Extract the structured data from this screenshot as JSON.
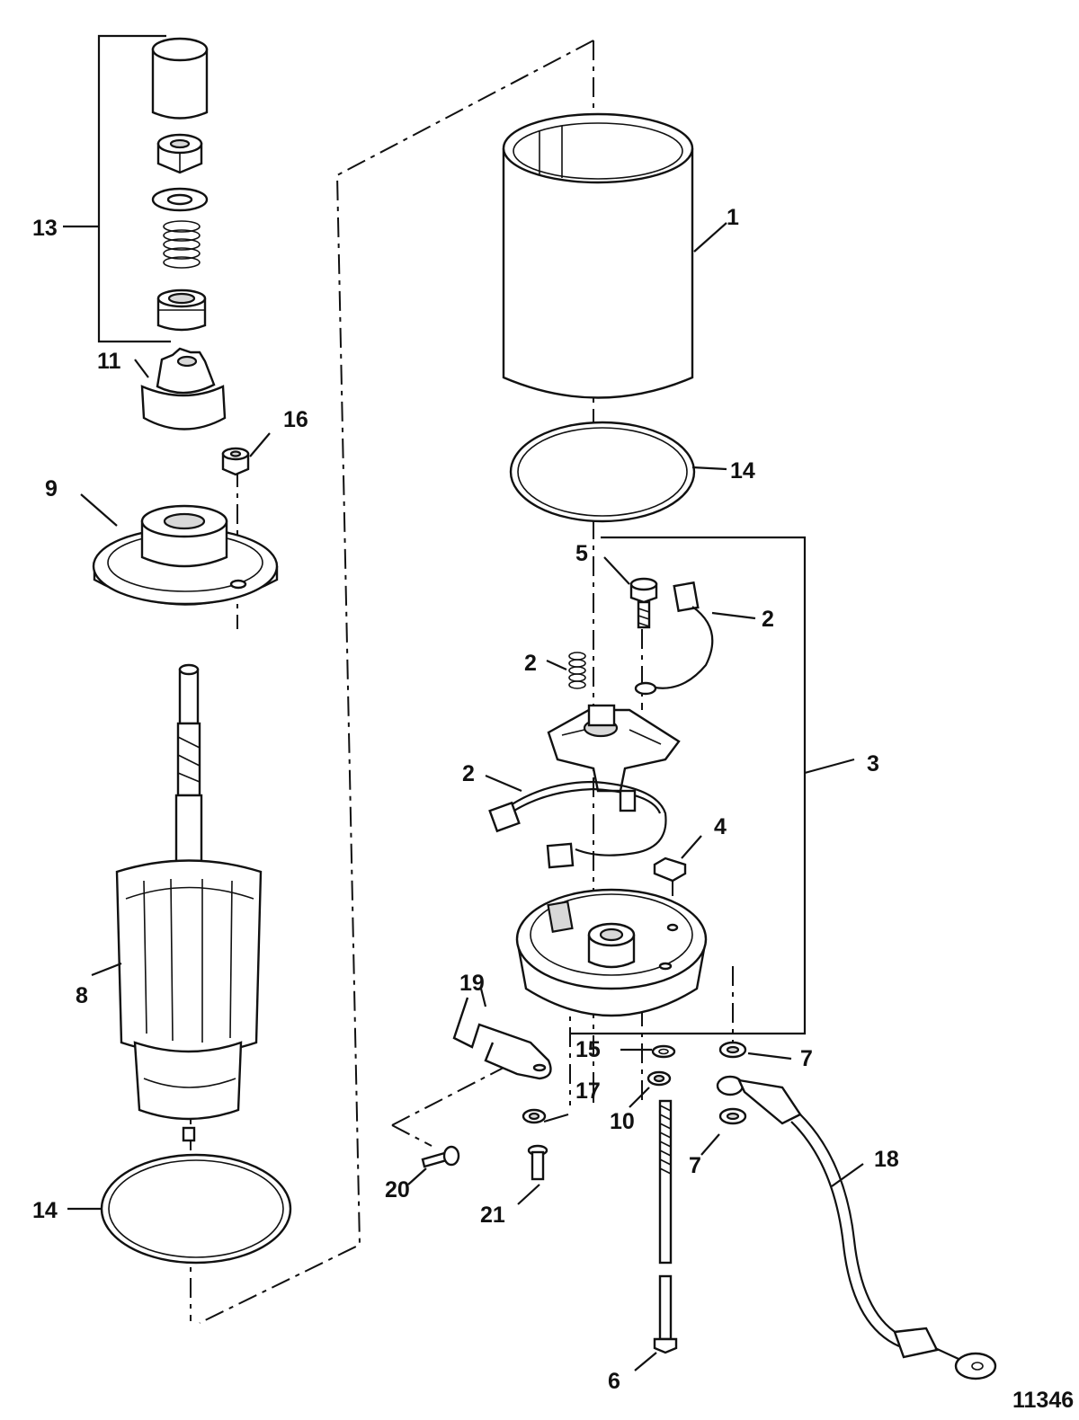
{
  "drawing_number": "11346",
  "callouts": [
    {
      "id": "c1",
      "text": "1"
    },
    {
      "id": "c2a",
      "text": "2"
    },
    {
      "id": "c2b",
      "text": "2"
    },
    {
      "id": "c2c",
      "text": "2"
    },
    {
      "id": "c3",
      "text": "3"
    },
    {
      "id": "c4",
      "text": "4"
    },
    {
      "id": "c5",
      "text": "5"
    },
    {
      "id": "c6",
      "text": "6"
    },
    {
      "id": "c7a",
      "text": "7"
    },
    {
      "id": "c7b",
      "text": "7"
    },
    {
      "id": "c8",
      "text": "8"
    },
    {
      "id": "c9",
      "text": "9"
    },
    {
      "id": "c10",
      "text": "10"
    },
    {
      "id": "c11",
      "text": "11"
    },
    {
      "id": "c13",
      "text": "13"
    },
    {
      "id": "c14a",
      "text": "14"
    },
    {
      "id": "c14b",
      "text": "14"
    },
    {
      "id": "c15",
      "text": "15"
    },
    {
      "id": "c16",
      "text": "16"
    },
    {
      "id": "c17",
      "text": "17"
    },
    {
      "id": "c18",
      "text": "18"
    },
    {
      "id": "c19",
      "text": "19"
    },
    {
      "id": "c20",
      "text": "20"
    },
    {
      "id": "c21",
      "text": "21"
    }
  ]
}
